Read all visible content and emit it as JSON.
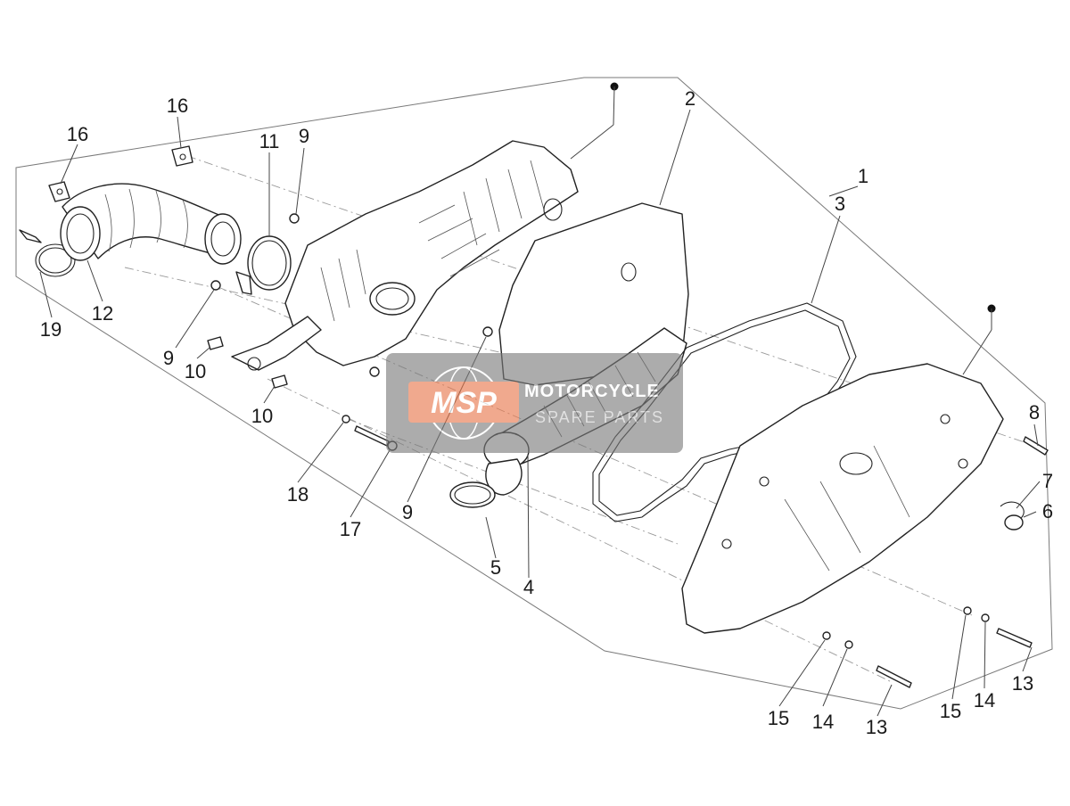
{
  "diagram": {
    "callouts": [
      {
        "id": "c1",
        "label": "1"
      },
      {
        "id": "c2",
        "label": "2"
      },
      {
        "id": "c3",
        "label": "3"
      },
      {
        "id": "c4",
        "label": "4"
      },
      {
        "id": "c5",
        "label": "5"
      },
      {
        "id": "c6",
        "label": "6"
      },
      {
        "id": "c7",
        "label": "7"
      },
      {
        "id": "c8",
        "label": "8"
      },
      {
        "id": "c9a",
        "label": "9"
      },
      {
        "id": "c9b",
        "label": "9"
      },
      {
        "id": "c9c",
        "label": "9"
      },
      {
        "id": "c10a",
        "label": "10"
      },
      {
        "id": "c10b",
        "label": "10"
      },
      {
        "id": "c11",
        "label": "11"
      },
      {
        "id": "c12",
        "label": "12"
      },
      {
        "id": "c13a",
        "label": "13"
      },
      {
        "id": "c13b",
        "label": "13"
      },
      {
        "id": "c14a",
        "label": "14"
      },
      {
        "id": "c14b",
        "label": "14"
      },
      {
        "id": "c15a",
        "label": "15"
      },
      {
        "id": "c15b",
        "label": "15"
      },
      {
        "id": "c16a",
        "label": "16"
      },
      {
        "id": "c16b",
        "label": "16"
      },
      {
        "id": "c17",
        "label": "17"
      },
      {
        "id": "c18",
        "label": "18"
      },
      {
        "id": "c19",
        "label": "19"
      }
    ]
  },
  "watermark": {
    "logo_text": "MSP",
    "brand_line": "MOTORCYCLE",
    "sub_line": "SPARE PARTS",
    "accent_color": "#e8764a",
    "panel_color": "#7a7a7a"
  }
}
